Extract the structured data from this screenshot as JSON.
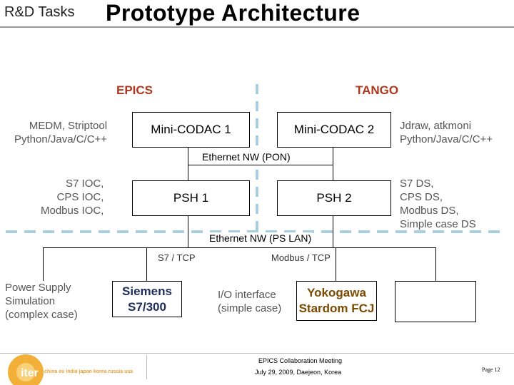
{
  "header": {
    "section": "R&D Tasks",
    "title": "Prototype Architecture"
  },
  "columns": {
    "epics": "EPICS",
    "tango": "TANGO"
  },
  "clients": {
    "epics_tools": "MEDM, Striptool\nPython/Java/C/C++",
    "tango_tools": "Jdraw, atkmoni\nPython/Java/C/C++"
  },
  "codac": {
    "box1": "Mini-CODAC 1",
    "box2": "Mini-CODAC 2"
  },
  "network_pon": "Ethernet NW (PON)",
  "psh": {
    "box1": "PSH 1",
    "box2": "PSH 2"
  },
  "ioc": {
    "epics_list": "S7 IOC,\nCPS IOC,\nModbus IOC,",
    "tango_list": "S7 DS,\nCPS DS,\nModbus DS,\nSimple case DS"
  },
  "network_ps_lan": "Ethernet NW (PS LAN)",
  "protocols": {
    "s7": "S7 / TCP",
    "modbus": "Modbus / TCP"
  },
  "devices": {
    "power_supply_sim": "Power Supply\nSimulation\n(complex case)",
    "siemens": "Siemens\nS7/300",
    "io_interface": "I/O interface\n(simple case)",
    "yokogawa": "Yokogawa\nStardom FCJ"
  },
  "footer": {
    "logo_text": "iter",
    "partners": "china eu india japan korea russia usa",
    "meeting": "EPICS Collaboration Meeting",
    "date": "July 29, 2009, Daejeon, Korea",
    "page": "Page 12"
  },
  "colors": {
    "dashed_divider": "#a8cfe0",
    "accent_red": "#b0361e",
    "iter_orange": "#f0a030"
  }
}
